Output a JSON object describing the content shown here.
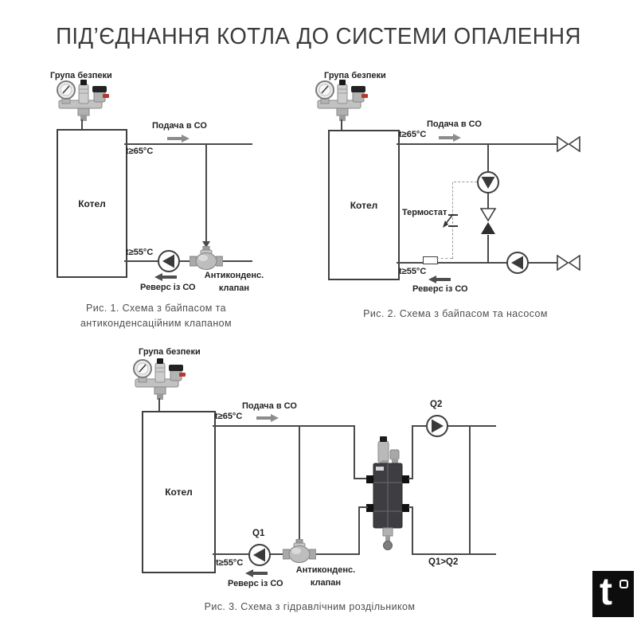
{
  "title": "ПІД’ЄДНАННЯ КОТЛА ДО СИСТЕМИ ОПАЛЕННЯ",
  "colors": {
    "line": "#4a4a4a",
    "text": "#222222",
    "caption": "#4f4f4f",
    "supply_arrow": "#8c8c8c",
    "return_arrow": "#4f4f4f",
    "logo_bg": "#0d0d0d"
  },
  "diagram1": {
    "safety_group_label": "Група безпеки",
    "boiler_label": "Котел",
    "supply_label": "Подача в СО",
    "supply_temp": "t≥65°C",
    "return_temp": "t≥55°C",
    "return_label": "Реверс із СО",
    "valve_label_line1": "Антиконденс.",
    "valve_label_line2": "клапан",
    "caption_line1": "Рис. 1. Схема з байпасом та",
    "caption_line2": "антиконденсаційним клапаном"
  },
  "diagram2": {
    "safety_group_label": "Група безпеки",
    "boiler_label": "Котел",
    "supply_label": "Подача в СО",
    "supply_temp": "t≥65°C",
    "thermostat_label": "Термостат",
    "return_temp": "t≥55°C",
    "return_label": "Реверс із СО",
    "caption": "Рис. 2. Схема з байпасом та насосом"
  },
  "diagram3": {
    "safety_group_label": "Група безпеки",
    "boiler_label": "Котел",
    "supply_label": "Подача в СО",
    "supply_temp": "t≥65°C",
    "pump2_label": "Q2",
    "pump1_label": "Q1",
    "return_temp": "t≥55°C",
    "return_label": "Реверс із СО",
    "valve_label_line1": "Антиконденс.",
    "valve_label_line2": "клапан",
    "flow_note": "Q1>Q2",
    "caption": "Рис. 3. Схема з гідравлічним роздільником"
  },
  "logo": {
    "letter": "t"
  }
}
